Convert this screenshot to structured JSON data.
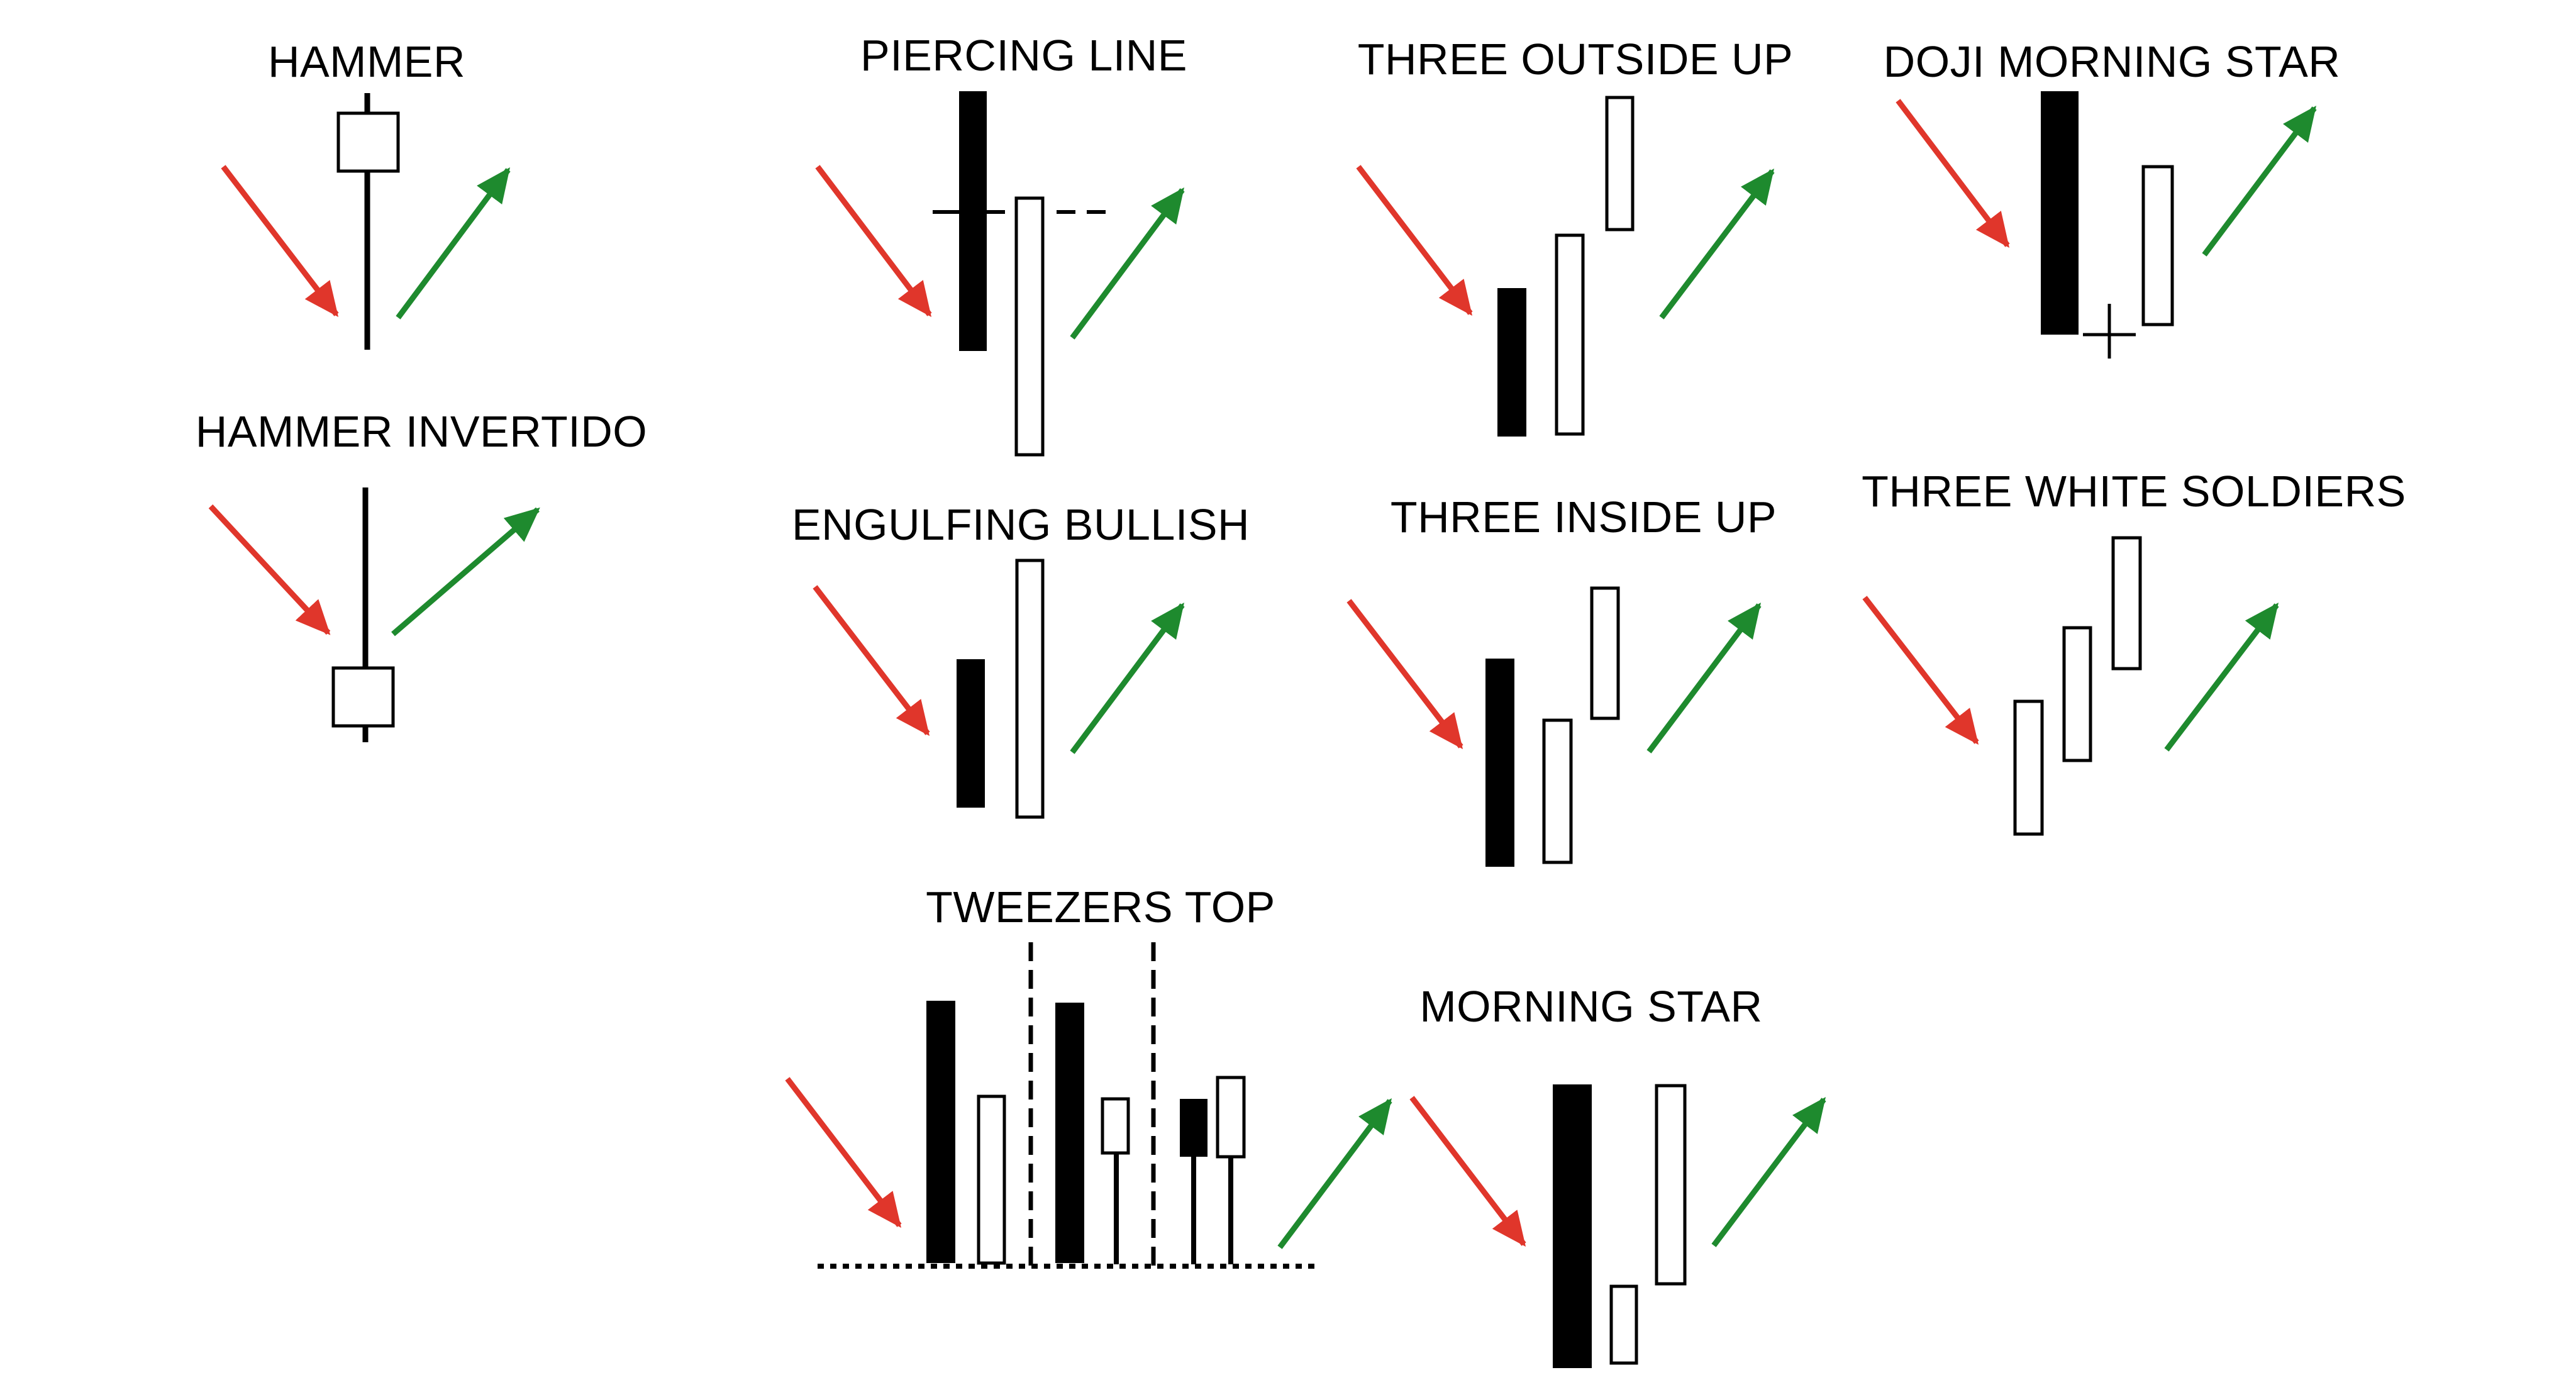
{
  "colors": {
    "bearish_arrow": "#e0362b",
    "bullish_arrow": "#1e8a2e",
    "black_candle": "#000000",
    "white_candle": "#ffffff",
    "outline": "#000000"
  },
  "patterns": [
    {
      "key": "hammer",
      "label": "HAMMER"
    },
    {
      "key": "hammer_invertido",
      "label": "HAMMER INVERTIDO"
    },
    {
      "key": "piercing_line",
      "label": "PIERCING LINE"
    },
    {
      "key": "engulfing_bullish",
      "label": "ENGULFING BULLISH"
    },
    {
      "key": "tweezers_top",
      "label": "TWEEZERS TOP"
    },
    {
      "key": "three_outside_up",
      "label": "THREE OUTSIDE UP"
    },
    {
      "key": "three_inside_up",
      "label": "THREE INSIDE UP"
    },
    {
      "key": "morning_star",
      "label": "MORNING STAR"
    },
    {
      "key": "doji_morning_star",
      "label": "DOJI MORNING STAR"
    },
    {
      "key": "three_white_soldiers",
      "label": "THREE WHITE SOLDIERS"
    }
  ]
}
